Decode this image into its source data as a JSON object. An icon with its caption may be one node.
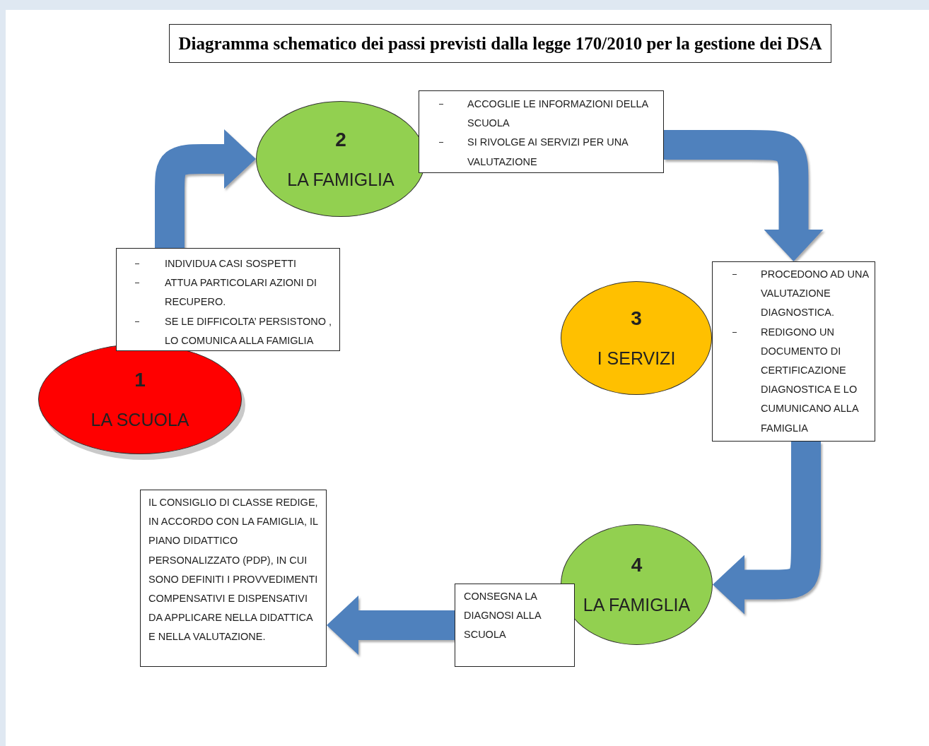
{
  "diagram": {
    "title": "Diagramma schematico dei passi previsti dalla legge 170/2010 per la gestione dei DSA",
    "nodes": [
      {
        "text": [
          "1",
          "LA SCUOLA"
        ]
      },
      {
        "text": [
          "INDIVIDUA CASI SOSPETTI",
          "ATTUA PARTICOLARI AZIONI DI RECUPERO.",
          "SE LE DIFFICOLTA’ PERSISTONO , LO COMUNICA ALLA FAMIGLIA"
        ]
      },
      {
        "text": [
          "2",
          "LA FAMIGLIA"
        ]
      },
      {
        "text": [
          "ACCOGLIE LE INFORMAZIONI DELLA SCUOLA",
          "SI RIVOLGE AI SERVIZI PER UNA VALUTAZIONE"
        ]
      },
      {
        "text": [
          "3",
          "I SERVIZI"
        ]
      },
      {
        "text": [
          "PROCEDONO AD UNA VALUTAZIONE DIAGNOSTICA.",
          "REDIGONO UN DOCUMENTO DI CERTIFICAZIONE DIAGNOSTICA E LO CUMUNICANO ALLA FAMIGLIA"
        ]
      },
      {
        "text": [
          "4",
          "LA FAMIGLIA"
        ]
      },
      {
        "text": [
          "CONSEGNA LA DIAGNOSI ALLA SCUOLA"
        ]
      },
      {
        "text": [
          "IL CONSIGLIO DI CLASSE REDIGE, IN ACCORDO CON LA FAMIGLIA, IL PIANO DIDATTICO PERSONALIZZATO (PDP), IN CUI SONO DEFINITI I PROVVEDIMENTI COMPENSATIVI E DISPENSATIVI DA APPLICARE NELLA DIDATTICA E NELLA VALUTAZIONE."
        ]
      }
    ],
    "edges": [
      {
        "from": 1,
        "to": 2,
        "arrow": "to"
      },
      {
        "from": 3,
        "to": 5,
        "arrow": "to"
      },
      {
        "from": 5,
        "to": 6,
        "arrow": "to"
      },
      {
        "from": 7,
        "to": 8,
        "arrow": "to"
      }
    ]
  }
}
